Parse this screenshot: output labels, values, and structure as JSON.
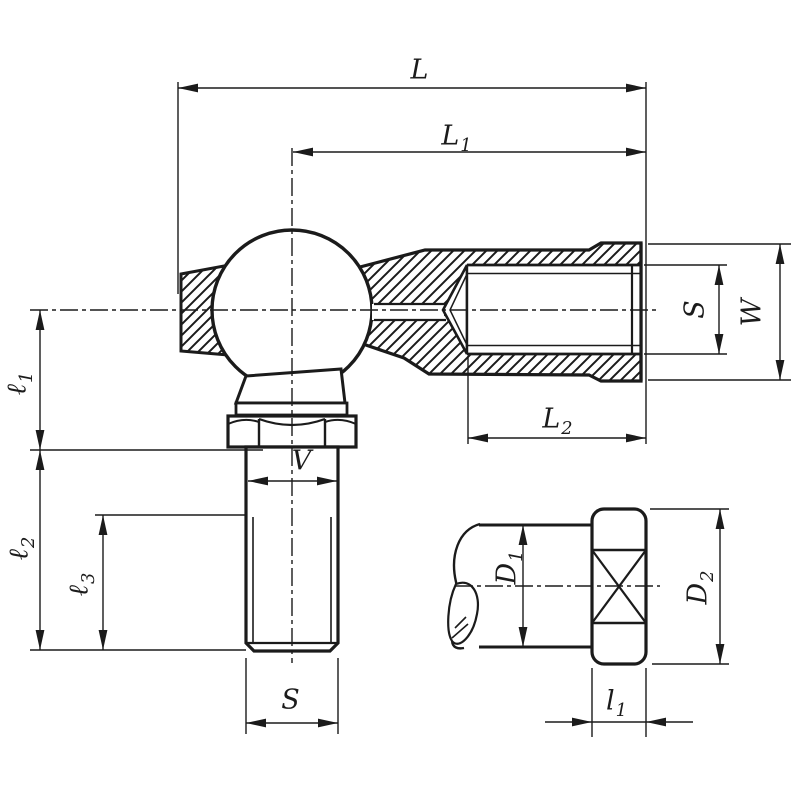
{
  "colors": {
    "ink": "#1b1b1b",
    "paper": "#ffffff"
  },
  "labels": {
    "L": {
      "main": "L",
      "sub": ""
    },
    "L1": {
      "main": "L",
      "sub": "1"
    },
    "L2": {
      "main": "L",
      "sub": "2"
    },
    "S_thread": {
      "main": "S",
      "sub": ""
    },
    "W": {
      "main": "W",
      "sub": ""
    },
    "ell1": {
      "main": "ℓ",
      "sub": "1"
    },
    "ell2": {
      "main": "ℓ",
      "sub": "2"
    },
    "ell3": {
      "main": "ℓ",
      "sub": "3"
    },
    "V": {
      "main": "V",
      "sub": ""
    },
    "S_stud": {
      "main": "S",
      "sub": ""
    },
    "D1": {
      "main": "D",
      "sub": "1"
    },
    "D2": {
      "main": "D",
      "sub": "2"
    },
    "l1": {
      "main": "l",
      "sub": "1"
    }
  }
}
